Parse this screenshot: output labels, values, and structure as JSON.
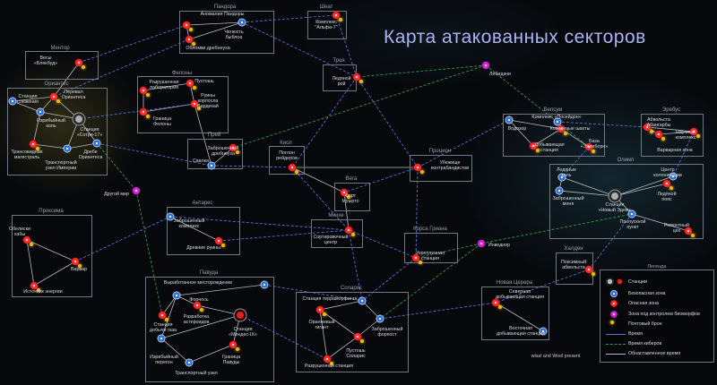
{
  "title": "Карта атакованных секторов",
  "credit": "wlasl and Wool present",
  "legend": {
    "title": "Легенда",
    "stations": "Станции",
    "safe": "Безопасная зона",
    "danger": "Опасная зона",
    "bio": "Зона под контролем биоморфов",
    "points": "Почтовый брон",
    "time": "Время",
    "time_kiber": "Время киберов",
    "time_obsv": "Обнаставленное время"
  },
  "colors": {
    "link_blue": "#5570d8",
    "link_green": "#2f9e44",
    "link_white": "#b8bcc2",
    "box": "#707780",
    "title": "#a9b4f2"
  },
  "regions": [
    {
      "id": "mentor",
      "name": "Ментор"
    },
    {
      "id": "pandora",
      "name": "Пандора"
    },
    {
      "id": "sheat",
      "name": "Шеат"
    },
    {
      "id": "troya",
      "name": "Троя"
    },
    {
      "id": "oriantes",
      "name": "Ориантес"
    },
    {
      "id": "felony",
      "name": "Фелоны"
    },
    {
      "id": "prey",
      "name": "Прей"
    },
    {
      "id": "kiol",
      "name": "Киол"
    },
    {
      "id": "procion",
      "name": "Процион"
    },
    {
      "id": "vega",
      "name": "Вега"
    },
    {
      "id": "vepsum",
      "name": "Вепсум"
    },
    {
      "id": "erebus",
      "name": "Эребус"
    },
    {
      "id": "olimp",
      "name": "Олимп"
    },
    {
      "id": "antaress",
      "name": "Антарес"
    },
    {
      "id": "proksima",
      "name": "Проксима"
    },
    {
      "id": "mezzo",
      "name": "Мезхе"
    },
    {
      "id": "korsa",
      "name": "Корса Гриана"
    },
    {
      "id": "halden",
      "name": "Халден"
    },
    {
      "id": "pavuda",
      "name": "Павуда"
    },
    {
      "id": "solaris",
      "name": "Соларис"
    },
    {
      "id": "novcherry",
      "name": "Новая Церера"
    }
  ],
  "nodes": [
    {
      "id": "bezh",
      "label": "Весы\n«Блекбуд»"
    },
    {
      "id": "anom",
      "label": "Аномалия Пандоры"
    },
    {
      "id": "chelu",
      "label": "Челюсть\nбыблоа"
    },
    {
      "id": "oblo",
      "label": "Обломки дребнеуха"
    },
    {
      "id": "alfa7",
      "label": "Комплекс\n\"Альфа-7\""
    },
    {
      "id": "ledtroya",
      "label": "Ледяной\nрой"
    },
    {
      "id": "ster",
      "label": "Станция\nслежения"
    },
    {
      "id": "perev",
      "label": "Перевал\nОриантеса"
    },
    {
      "id": "izriv",
      "label": "Изрибыйный\nколь"
    },
    {
      "id": "sofor",
      "label": "Станция\n«Сотри-17»"
    },
    {
      "id": "transm",
      "label": "Трансовидная\nмагистраль"
    },
    {
      "id": "transimp",
      "label": "Транспортный\nузел Империи"
    },
    {
      "id": "drebor",
      "label": "Дребе\nОриантеса"
    },
    {
      "id": "razrl",
      "label": "Разрушенная\nлаборатория"
    },
    {
      "id": "pust",
      "label": "Пустошь"
    },
    {
      "id": "ruiny",
      "label": "Руины\nкорпосла\nВардекай"
    },
    {
      "id": "granf",
      "label": "Граница\nФелоны"
    },
    {
      "id": "zabro",
      "label": "Заброшенный\nдребнеуха"
    },
    {
      "id": "svyaz",
      "label": "Свалка"
    },
    {
      "id": "poglo",
      "label": "Поглон\nрейдеров"
    },
    {
      "id": "ubezh",
      "label": "Убежище\nконтрабандистов"
    },
    {
      "id": "fort",
      "label": "Форт\nМуырто"
    },
    {
      "id": "vodzor",
      "label": "Водозор"
    },
    {
      "id": "posedon",
      "label": "Комплекс «Посейдон»"
    },
    {
      "id": "kovel",
      "label": "Ковеленые шахты"
    },
    {
      "id": "dobyv",
      "label": "Добывающая\nстанция"
    },
    {
      "id": "baza",
      "label": "База\n«Эллиборн»"
    },
    {
      "id": "abvol",
      "label": "Абвольста\nАбангарбы"
    },
    {
      "id": "nauch",
      "label": "Научный\nкомплекс"
    },
    {
      "id": "varvar",
      "label": "Варварная зона"
    },
    {
      "id": "ledkol",
      "label": "Ледяные\nколь"
    },
    {
      "id": "centr",
      "label": "Центр\nколонизации"
    },
    {
      "id": "zabrm",
      "label": "Заброшенный\nменя"
    },
    {
      "id": "stnov",
      "label": "Станция\n«Новый Эдем»"
    },
    {
      "id": "ledpol",
      "label": "Ледяной\nпояс"
    },
    {
      "id": "remont",
      "label": "Ремонтный\nцех"
    },
    {
      "id": "propusk",
      "label": "Пропускной\nпункт"
    },
    {
      "id": "drugoy",
      "label": "Другой мир"
    },
    {
      "id": "inved",
      "label": "Инведнор"
    },
    {
      "id": "lebid",
      "label": "Лебидачи"
    },
    {
      "id": "zabrk",
      "label": "Заброшенный\nкомплекс"
    },
    {
      "id": "drevr",
      "label": "Древние руины"
    },
    {
      "id": "obelis",
      "label": "Обелиски\nхабы"
    },
    {
      "id": "varvr",
      "label": "Варвар"
    },
    {
      "id": "istochn",
      "label": "Источник энергии"
    },
    {
      "id": "sortir",
      "label": "Сортировочный\nцентр"
    },
    {
      "id": "ukr",
      "label": "Укрепленная\nстанция"
    },
    {
      "id": "poksm",
      "label": "Поксимный\nабвольста"
    },
    {
      "id": "severn",
      "label": "Северная\nдобывающая станция"
    },
    {
      "id": "vostoch",
      "label": "Восточная\nдобывающая станция"
    },
    {
      "id": "vyrab",
      "label": "Выработанное месторождение"
    },
    {
      "id": "fornos",
      "label": "Форнось"
    },
    {
      "id": "stgaz",
      "label": "Станция\nдобычи газа"
    },
    {
      "id": "razrab",
      "label": "Разработка\nастероидов"
    },
    {
      "id": "stmend",
      "label": "Станция\n«Мендес-IX»"
    },
    {
      "id": "izrper",
      "label": "Изрибыйный\nперегон"
    },
    {
      "id": "granpav",
      "label": "Граница\nПавуды"
    },
    {
      "id": "transuz",
      "label": "Транспортный узел"
    },
    {
      "id": "stterra",
      "label": "Станция терраморфинга"
    },
    {
      "id": "oranzh",
      "label": "Оранжевый\nгигант"
    },
    {
      "id": "zabrv",
      "label": "Заброшенный\nфорпост"
    },
    {
      "id": "pustsol",
      "label": "Пустошь\nСоларис"
    },
    {
      "id": "razrst",
      "label": "Разрушенная станция"
    }
  ]
}
